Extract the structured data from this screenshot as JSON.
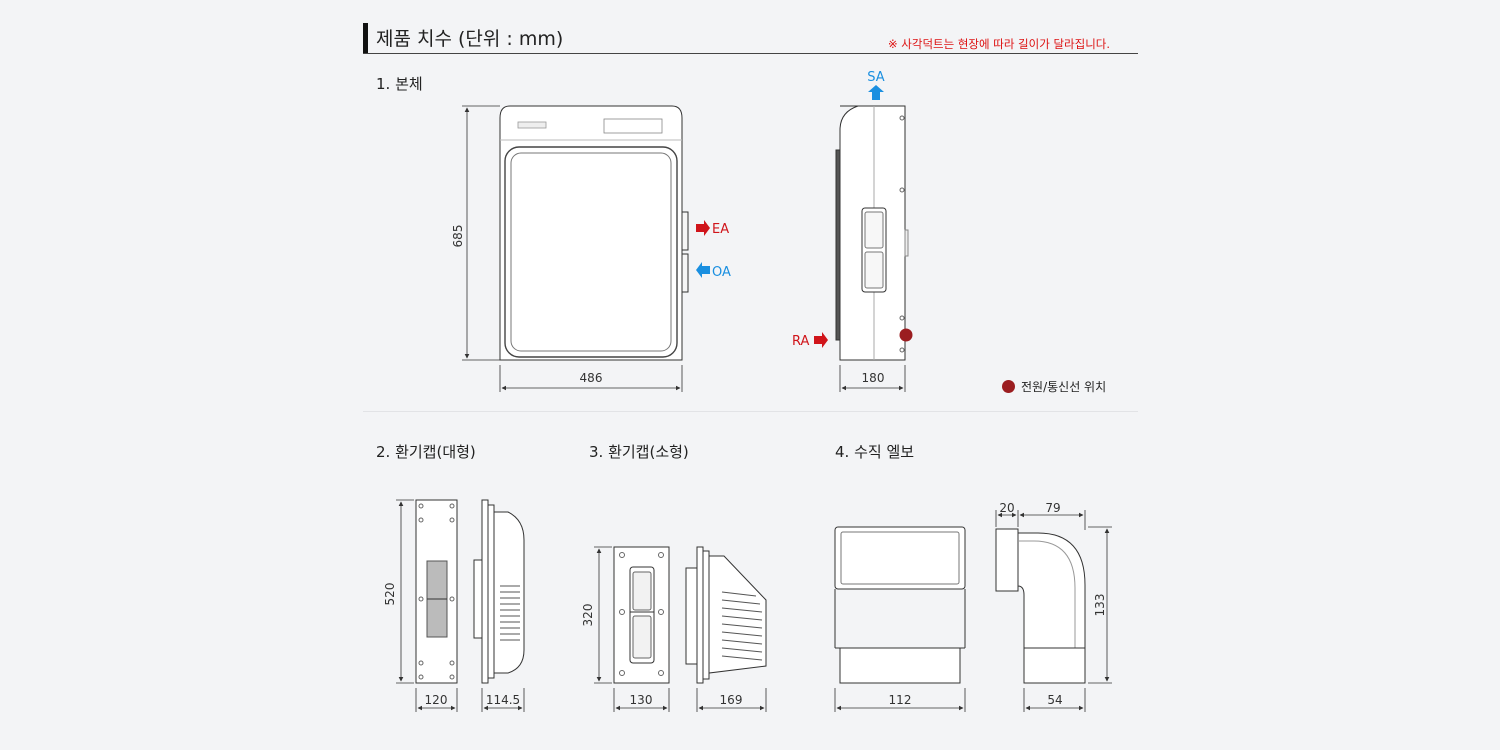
{
  "header": {
    "title": "제품 치수 (단위 : mm)",
    "note": "※ 사각덕트는 현장에 따라 길이가 달라집니다."
  },
  "sections": {
    "s1": "1. 본체",
    "s2": "2. 환기캡(대형)",
    "s3": "3. 환기캡(소형)",
    "s4": "4. 수직 엘보"
  },
  "legend": {
    "label": "전원/통신선 위치",
    "color": "#9b1d20"
  },
  "labels": {
    "ea": "EA",
    "oa": "OA",
    "sa": "SA",
    "ra": "RA"
  },
  "dimensions": {
    "main_height": "685",
    "main_width": "486",
    "side_depth": "180",
    "large_height": "520",
    "large_width": "120",
    "large_depth": "114.5",
    "small_height": "320",
    "small_width": "130",
    "small_depth": "169",
    "elbow_width": "112",
    "elbow_top_a": "20",
    "elbow_top_b": "79",
    "elbow_height": "133",
    "elbow_bottom": "54"
  },
  "colors": {
    "exhaust": "#d0141a",
    "intake": "#1a8fe0",
    "warning": "#d11111"
  }
}
